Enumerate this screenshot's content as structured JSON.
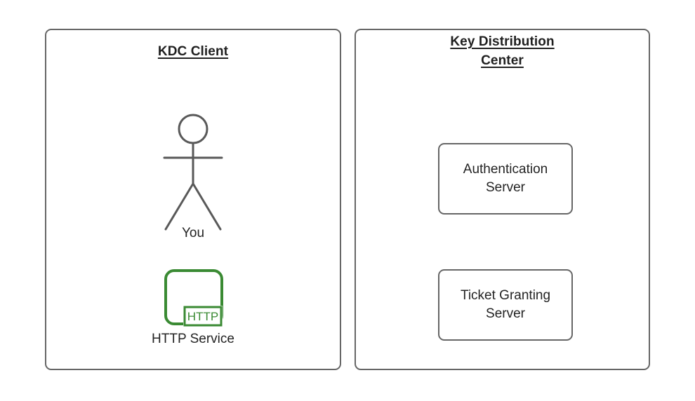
{
  "diagram": {
    "type": "kerberos-architecture-diagram",
    "background_color": "#ffffff",
    "line_color": "#666666",
    "text_color": "#232323",
    "accent_color": "#3a8a33"
  },
  "panels": [
    {
      "id": "kdc-client",
      "title": "KDC Client",
      "nodes": [
        {
          "id": "you",
          "label": "You",
          "icon": "stick-figure-actor-icon"
        },
        {
          "id": "http-service",
          "label": "HTTP Service",
          "icon": "http-service-icon",
          "badge": "HTTP"
        }
      ]
    },
    {
      "id": "key-distribution-center",
      "title_line1": "Key Distribution",
      "title_line2": "Center",
      "nodes": [
        {
          "id": "authentication-server",
          "label": "Authentication\nServer"
        },
        {
          "id": "ticket-granting-server",
          "label": "Ticket Granting\nServer"
        }
      ]
    }
  ]
}
